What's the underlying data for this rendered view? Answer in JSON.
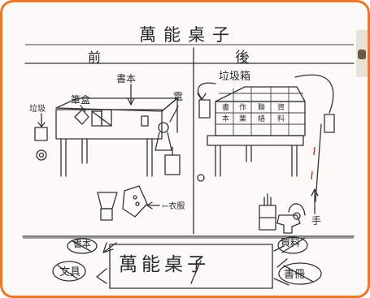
{
  "labels": {
    "title": "萬能桌子",
    "front": "前",
    "back": "後",
    "book": "書本",
    "trash_small": "垃圾",
    "stationery": "筆盒",
    "phone": "電",
    "trash_bin": "垃圾箱",
    "cabinet": "←衣服",
    "hand": "手",
    "bottom_title": "萬能桌子",
    "circled_book": "書本",
    "circled_stationery": "文具",
    "circled_material": "資料",
    "circled_books": "書冊"
  },
  "colors": {
    "frame_border": "#e8782c",
    "paper": "#fbfaf7",
    "ink": "#333333",
    "red_mark": "#c0392b"
  }
}
